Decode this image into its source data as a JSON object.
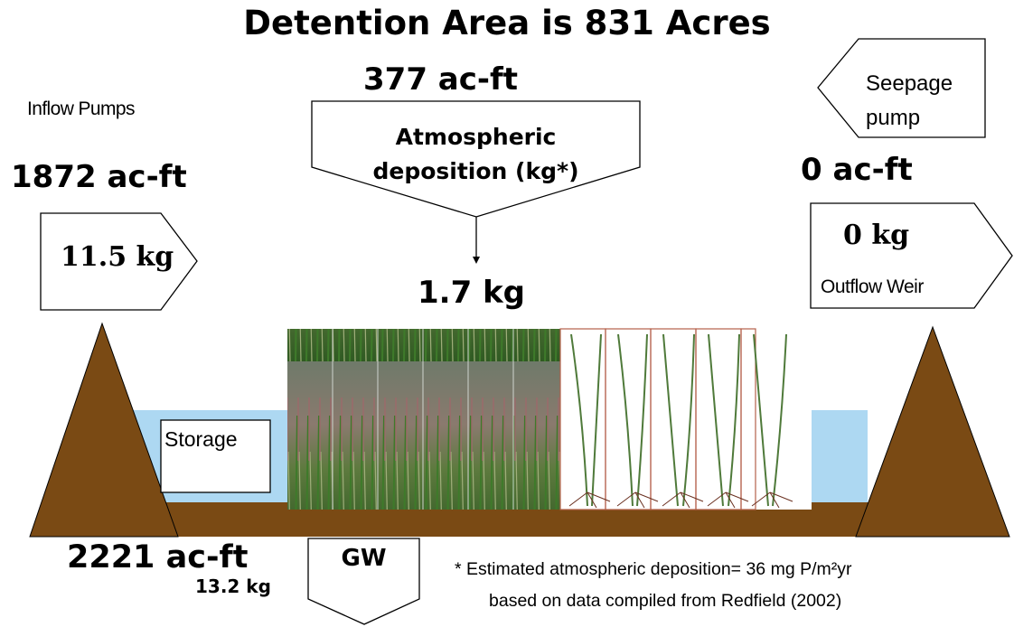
{
  "title": "Detention Area is 831 Acres",
  "inflow": {
    "label": "Inflow Pumps",
    "volume": "1872 ac-ft",
    "load": "11.5 kg"
  },
  "atmospheric": {
    "volume": "377 ac-ft",
    "label_line1": "Atmospheric",
    "label_line2": "deposition (kg*)",
    "load": "1.7 kg"
  },
  "seepage": {
    "label_line1": "Seepage",
    "label_line2": "pump",
    "volume": "0 ac-ft"
  },
  "outflow": {
    "load": "0 kg",
    "label": "Outflow Weir"
  },
  "storage": {
    "label": "Storage"
  },
  "groundwater": {
    "label": "GW",
    "volume": "2221 ac-ft",
    "load": "13.2 kg"
  },
  "footnote": {
    "line1": "*  Estimated atmospheric deposition= 36 mg P/m²yr",
    "line2": "based on data compiled from Redfield (2002)"
  },
  "colors": {
    "levee": "#7a4a14",
    "water": "#add8f2",
    "outline": "#000000"
  }
}
